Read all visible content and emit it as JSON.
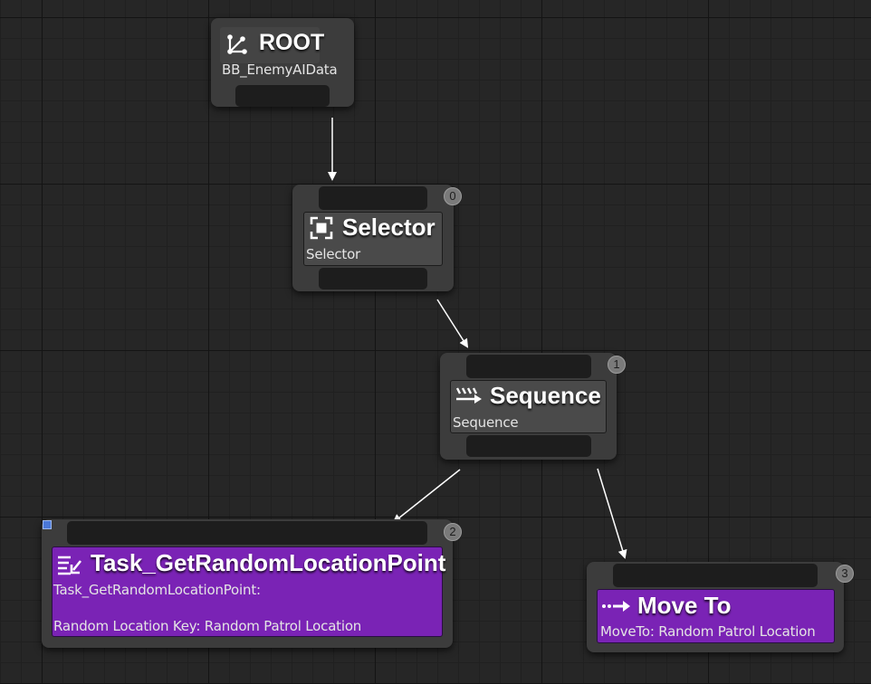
{
  "nodes": {
    "root": {
      "title": "ROOT",
      "subtitle": "BB_EnemyAIData",
      "icon": "root-branch-icon"
    },
    "selector": {
      "title": "Selector",
      "subtitle": "Selector",
      "order": "0",
      "icon": "selector-icon"
    },
    "sequence": {
      "title": "Sequence",
      "subtitle": "Sequence",
      "order": "1",
      "icon": "sequence-icon"
    },
    "task": {
      "title": "Task_GetRandomLocationPoint",
      "subtitle": "Task_GetRandomLocationPoint:",
      "detail": "Random Location Key: Random Patrol Location",
      "order": "2",
      "icon": "task-icon"
    },
    "moveto": {
      "title": "Move To",
      "subtitle": "MoveTo: Random Patrol Location",
      "order": "3",
      "icon": "move-to-icon"
    }
  },
  "colors": {
    "canvas": "#262626",
    "node_body": "#3c3c3c",
    "composite_title": "#4a4a4a",
    "task_title": "#7a23b5",
    "wire": "#ffffff"
  }
}
